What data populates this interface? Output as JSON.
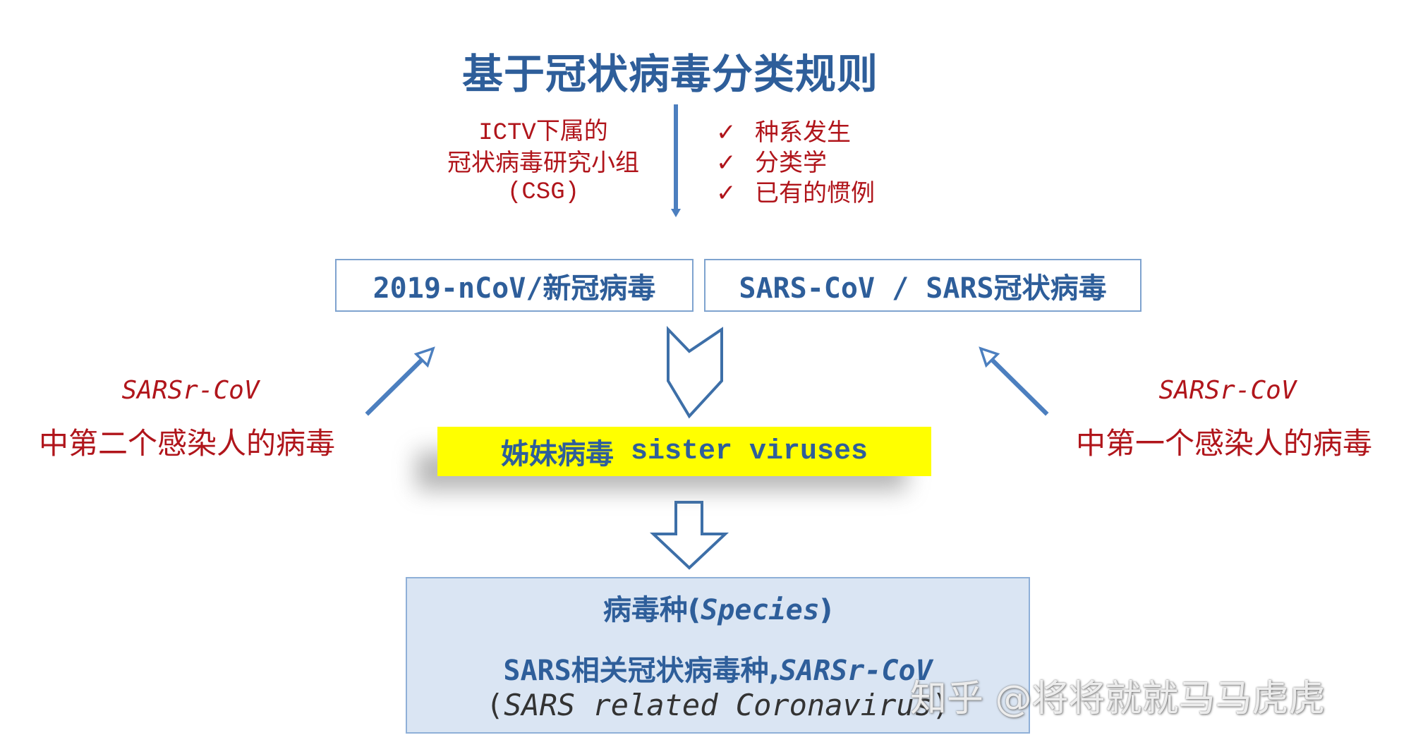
{
  "title": "基于冠状病毒分类规则",
  "study_group": {
    "line1_prefix": "ICTV",
    "line1_suffix": "下属的",
    "line2": "冠状病毒研究小组",
    "line3": "(CSG)"
  },
  "criteria": [
    {
      "check": "✓",
      "label": "种系发生"
    },
    {
      "check": "✓",
      "label": "分类学"
    },
    {
      "check": "✓",
      "label": "已有的惯例"
    }
  ],
  "virus_left": "2019-nCoV/新冠病毒",
  "virus_right": "SARS-CoV / SARS冠状病毒",
  "sister": {
    "cn": "姊妹病毒",
    "en": "sister viruses"
  },
  "left_note": {
    "name": "SARSr-CoV",
    "desc": "中第二个感染人的病毒"
  },
  "right_note": {
    "name": "SARSr-CoV",
    "desc": "中第一个感染人的病毒"
  },
  "species": {
    "head_cn": "病毒种",
    "head_open": "(",
    "head_en": "Species",
    "head_close": ")",
    "line2_sars": "SARS",
    "line2_cn": "相关冠状病毒种,",
    "line2_abbr": "SARSr-CoV",
    "line3_open": "(",
    "line3_en": "SARS related Coronavirus",
    "line3_close": ")"
  },
  "watermark": "知乎 @将将就就马马虎虎",
  "colors": {
    "accent_blue": "#2E5E9A",
    "accent_red": "#B0151B",
    "highlight_yellow": "#FFFF00",
    "species_fill": "#DAE5F3"
  }
}
